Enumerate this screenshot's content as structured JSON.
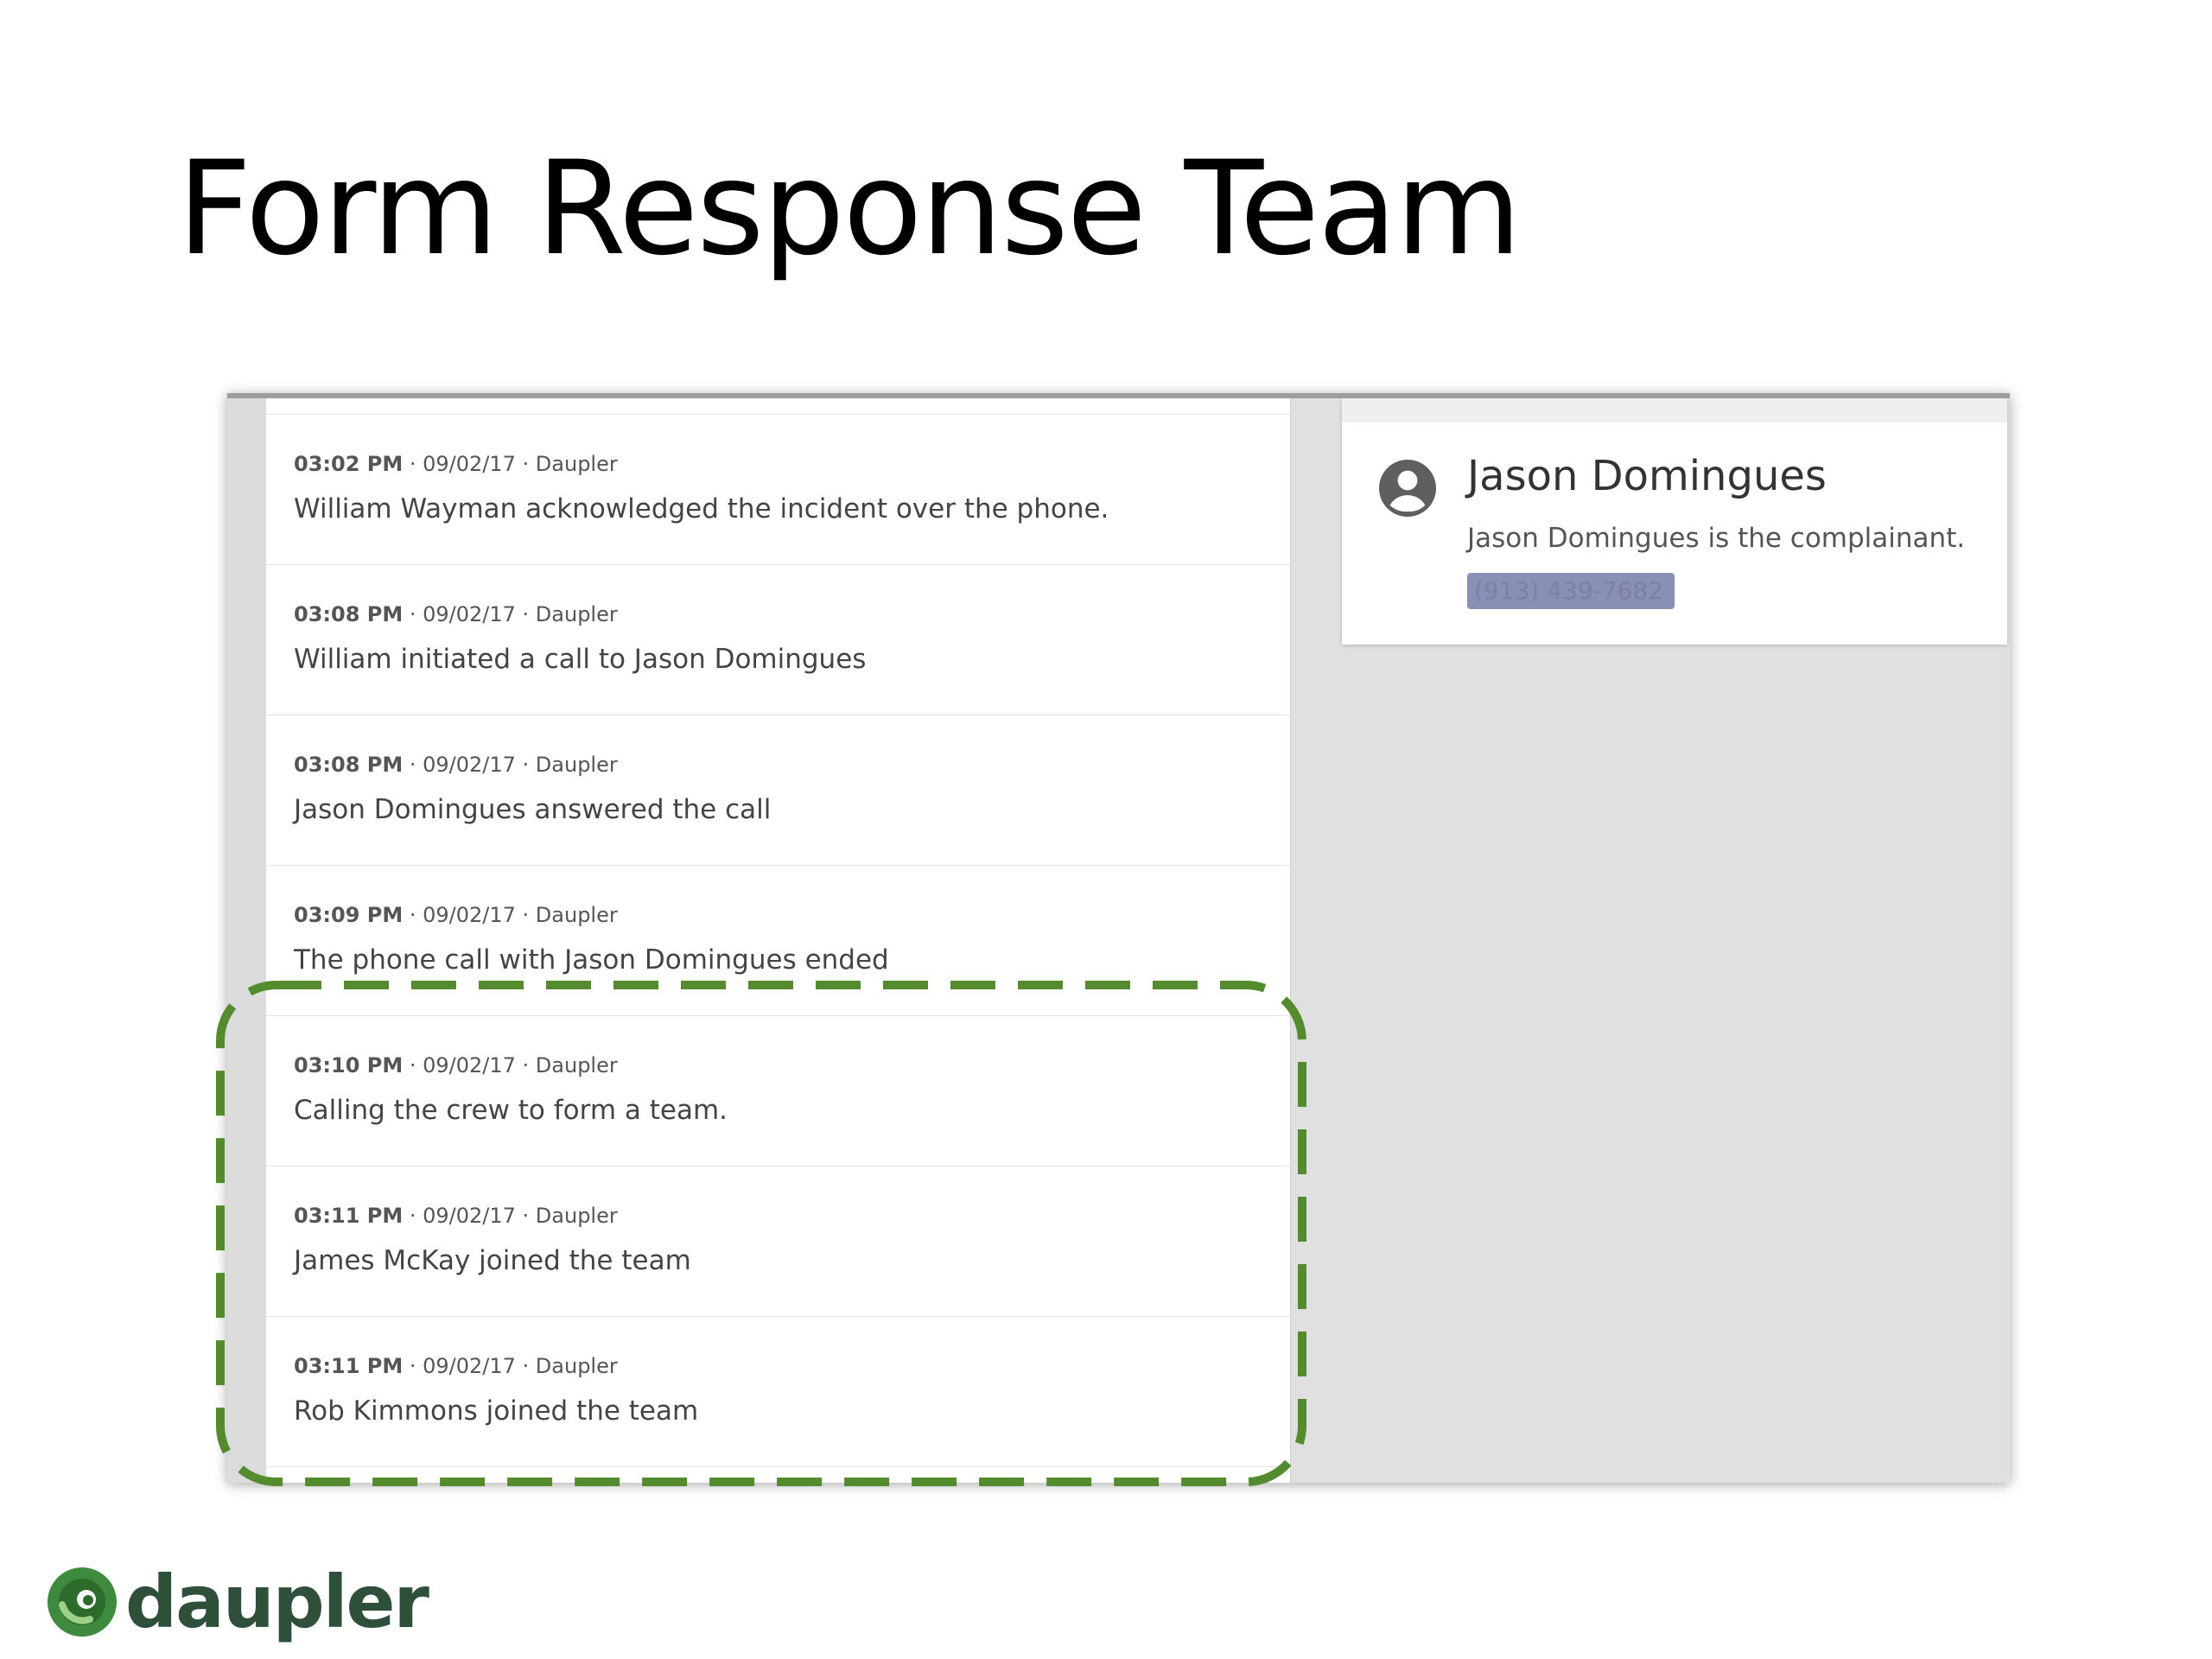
{
  "slide": {
    "title": "Form Response Team"
  },
  "timeline": {
    "entries": [
      {
        "time": "03:02 PM",
        "meta_rest": " · 09/02/17 · Daupler",
        "message": "William Wayman acknowledged the incident over the phone."
      },
      {
        "time": "03:08 PM",
        "meta_rest": " · 09/02/17 · Daupler",
        "message": "William initiated a call to Jason Domingues"
      },
      {
        "time": "03:08 PM",
        "meta_rest": " · 09/02/17 · Daupler",
        "message": "Jason Domingues answered the call"
      },
      {
        "time": "03:09 PM",
        "meta_rest": " · 09/02/17 · Daupler",
        "message": "The phone call with Jason Domingues ended"
      },
      {
        "time": "03:10 PM",
        "meta_rest": " · 09/02/17 · Daupler",
        "message": "Calling the crew to form a team."
      },
      {
        "time": "03:11 PM",
        "meta_rest": " · 09/02/17 · Daupler",
        "message": "James McKay joined the team"
      },
      {
        "time": "03:11 PM",
        "meta_rest": " · 09/02/17 · Daupler",
        "message": "Rob Kimmons joined the team"
      }
    ]
  },
  "contact": {
    "name": "Jason Domingues",
    "description": "Jason Domingues is the complainant.",
    "phone": "(913) 439-7682",
    "icon": "account-circle-icon"
  },
  "logo": {
    "text": "daupler",
    "icon": "daupler-swirl-icon"
  },
  "colors": {
    "highlight": "#548b2f",
    "phone_chip": "#8a8fb4",
    "logo_green": "#3e8a3e"
  }
}
